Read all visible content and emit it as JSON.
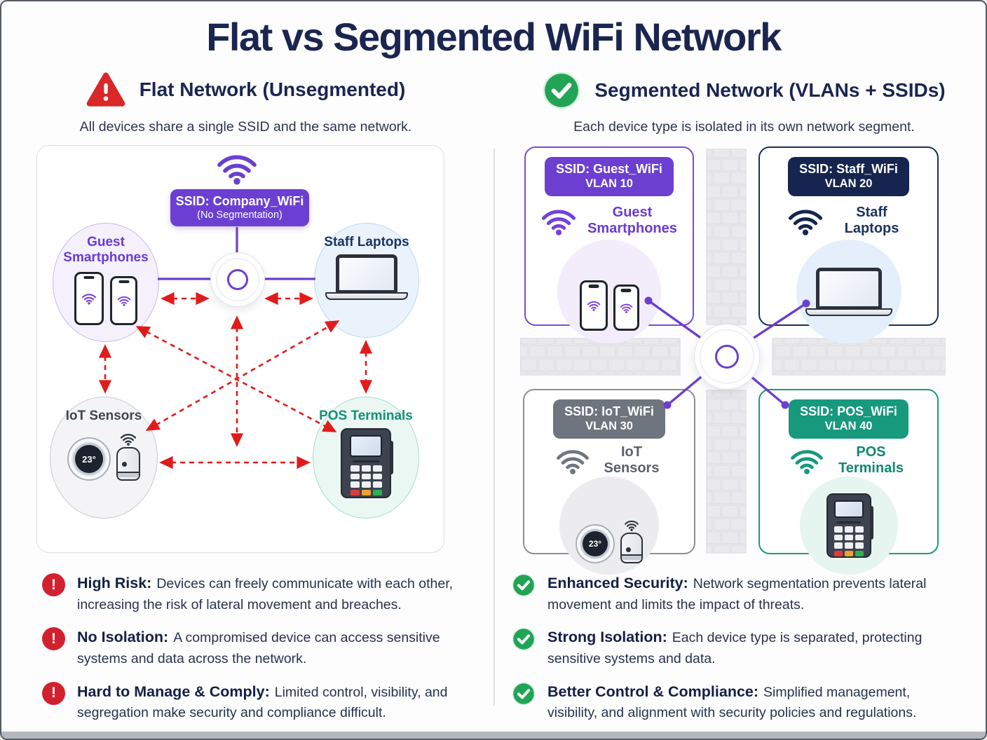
{
  "title": "Flat vs Segmented WiFi Network",
  "icons": {
    "exclamation": "!"
  },
  "colors": {
    "navy": "#1b2550",
    "purple": "#6b3fd1",
    "red": "#d3202f",
    "green": "#21a454",
    "staff_navy": "#16254f",
    "iot_gray": "#6e757e",
    "pos_teal": "#16997d",
    "arrow_red": "#e11b1b"
  },
  "left": {
    "heading": "Flat Network (Unsegmented)",
    "subtitle": "All devices share a single SSID and the same network.",
    "ssid_badge": {
      "line1": "SSID: Company_WiFi",
      "line2": "(No Segmentation)"
    },
    "nodes": {
      "guest": "Guest Smartphones",
      "staff": "Staff Laptops",
      "iot": "IoT Sensors",
      "pos": "POS Terminals"
    },
    "iot_temp": "23°",
    "bullets": [
      {
        "title": "High Risk:",
        "text": "Devices can freely communicate with each other, increasing the risk of lateral movement and breaches."
      },
      {
        "title": "No Isolation:",
        "text": "A compromised device can access sensitive systems and data across the network."
      },
      {
        "title": "Hard to Manage & Comply:",
        "text": "Limited control, visibility, and segregation make security and compliance difficult."
      }
    ]
  },
  "right": {
    "heading": "Segmented Network (VLANs + SSIDs)",
    "subtitle": "Each device type is isolated in its own network segment.",
    "quadrants": [
      {
        "ssid": "SSID: Guest_WiFi",
        "vlan": "VLAN 10",
        "label": "Guest Smartphones"
      },
      {
        "ssid": "SSID: Staff_WiFi",
        "vlan": "VLAN 20",
        "label": "Staff Laptops"
      },
      {
        "ssid": "SSID: IoT_WiFi",
        "vlan": "VLAN 30",
        "label": "IoT Sensors"
      },
      {
        "ssid": "SSID: POS_WiFi",
        "vlan": "VLAN 40",
        "label": "POS Terminals"
      }
    ],
    "iot_temp": "23°",
    "bullets": [
      {
        "title": "Enhanced Security:",
        "text": "Network segmentation prevents lateral movement and limits the impact of threats."
      },
      {
        "title": "Strong Isolation:",
        "text": "Each device type is separated, protecting sensitive systems and data."
      },
      {
        "title": "Better Control & Compliance:",
        "text": "Simplified management, visibility, and alignment with security policies and regulations."
      }
    ]
  }
}
